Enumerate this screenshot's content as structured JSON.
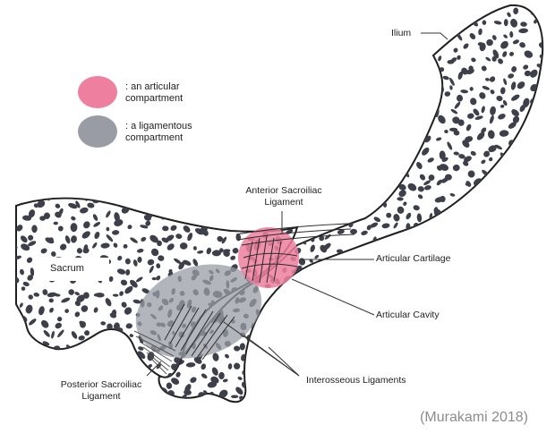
{
  "legend": {
    "articular": {
      "text": ": an articular\ncompartment",
      "line1": ": an articular",
      "line2": "compartment",
      "color": "#ee7f9f"
    },
    "ligamentous": {
      "text": ": a ligamentous\ncompartment",
      "line1": ": a ligamentous",
      "line2": "compartment",
      "color": "#9a9ca5"
    }
  },
  "labels": {
    "ilium": "Ilium",
    "sacrum": "Sacrum",
    "anterior_sacroiliac_ligament_l1": "Anterior Sacroiliac",
    "anterior_sacroiliac_ligament_l2": "Ligament",
    "articular_cartilage": "Articular Cartilage",
    "articular_cavity": "Articular Cavity",
    "interosseous_ligaments": "Interosseous Ligaments",
    "posterior_sacroiliac_ligament_l1": "Posterior Sacroiliac",
    "posterior_sacroiliac_ligament_l2": "Ligament"
  },
  "citation": "(Murakami 2018)",
  "colors": {
    "bone_outline": "#1f1f1f",
    "trabecular_spot": "#3d3f4a",
    "background": "#ffffff"
  }
}
